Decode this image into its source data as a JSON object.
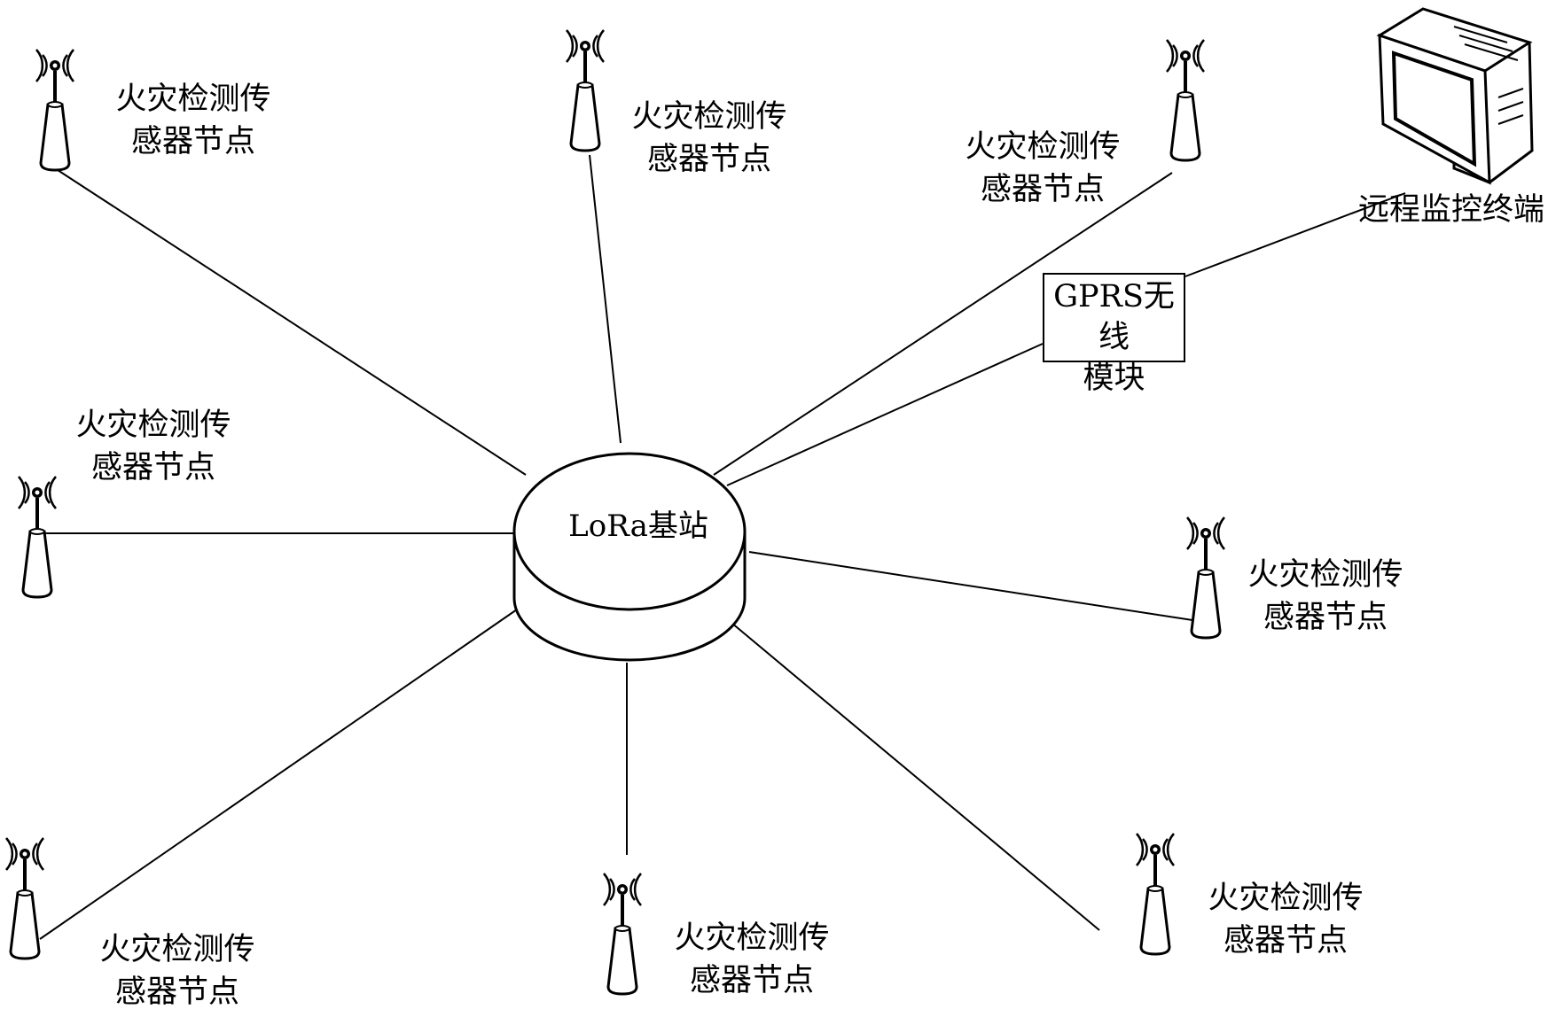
{
  "base_station": {
    "label": "LoRa基站"
  },
  "gprs_module": {
    "line1": "GPRS无线",
    "line2": "模块"
  },
  "remote_terminal": {
    "label": "远程监控终端",
    "icon": "monitor-icon"
  },
  "sensor_nodes": [
    {
      "line1": "火灾检测传",
      "line2": "感器节点",
      "icon": "antenna-icon"
    },
    {
      "line1": "火灾检测传",
      "line2": "感器节点",
      "icon": "antenna-icon"
    },
    {
      "line1": "火灾检测传",
      "line2": "感器节点",
      "icon": "antenna-icon"
    },
    {
      "line1": "火灾检测传",
      "line2": "感器节点",
      "icon": "antenna-icon"
    },
    {
      "line1": "火灾检测传",
      "line2": "感器节点",
      "icon": "antenna-icon"
    },
    {
      "line1": "火灾检测传",
      "line2": "感器节点",
      "icon": "antenna-icon"
    },
    {
      "line1": "火灾检测传",
      "line2": "感器节点",
      "icon": "antenna-icon"
    },
    {
      "line1": "火灾检测传",
      "line2": "感器节点",
      "icon": "antenna-icon"
    }
  ]
}
